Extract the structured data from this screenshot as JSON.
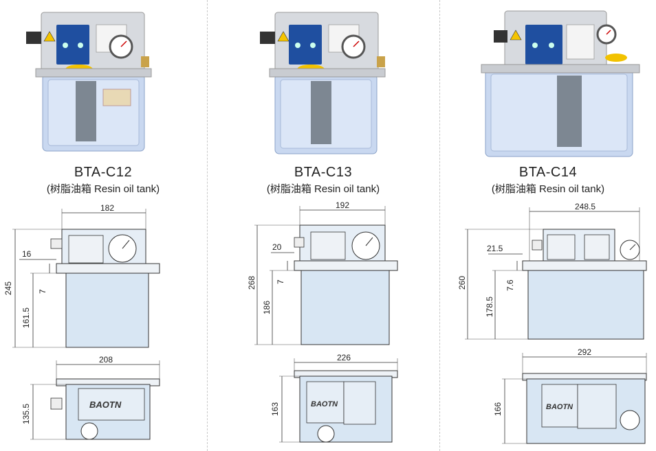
{
  "products": [
    {
      "model": "BTA-C12",
      "subtitle": "(树脂油箱 Resin oil tank)",
      "front_dims": {
        "width": "182",
        "height": "245",
        "tank_height": "161.5",
        "side_a": "16",
        "side_b": "7"
      },
      "top_dims": {
        "width": "208",
        "depth": "135.5"
      },
      "brand": "BAOTN"
    },
    {
      "model": "BTA-C13",
      "subtitle": "(树脂油箱 Resin oil tank)",
      "front_dims": {
        "width": "192",
        "height": "268",
        "tank_height": "186",
        "side_a": "20",
        "side_b": "7"
      },
      "top_dims": {
        "width": "226",
        "depth": "163"
      },
      "brand": "BAOTN"
    },
    {
      "model": "BTA-C14",
      "subtitle": "(树脂油箱 Resin oil tank)",
      "front_dims": {
        "width": "248.5",
        "height": "260",
        "tank_height": "178.5",
        "side_a": "21.5",
        "side_b": "7.6"
      },
      "top_dims": {
        "width": "292",
        "depth": "166"
      },
      "brand": "BAOTN"
    }
  ],
  "colors": {
    "tank_blue": "#c9d8f0",
    "head_gray": "#d7dadf",
    "panel_blue": "#1f4fa0",
    "cap_yellow": "#f2c200"
  }
}
